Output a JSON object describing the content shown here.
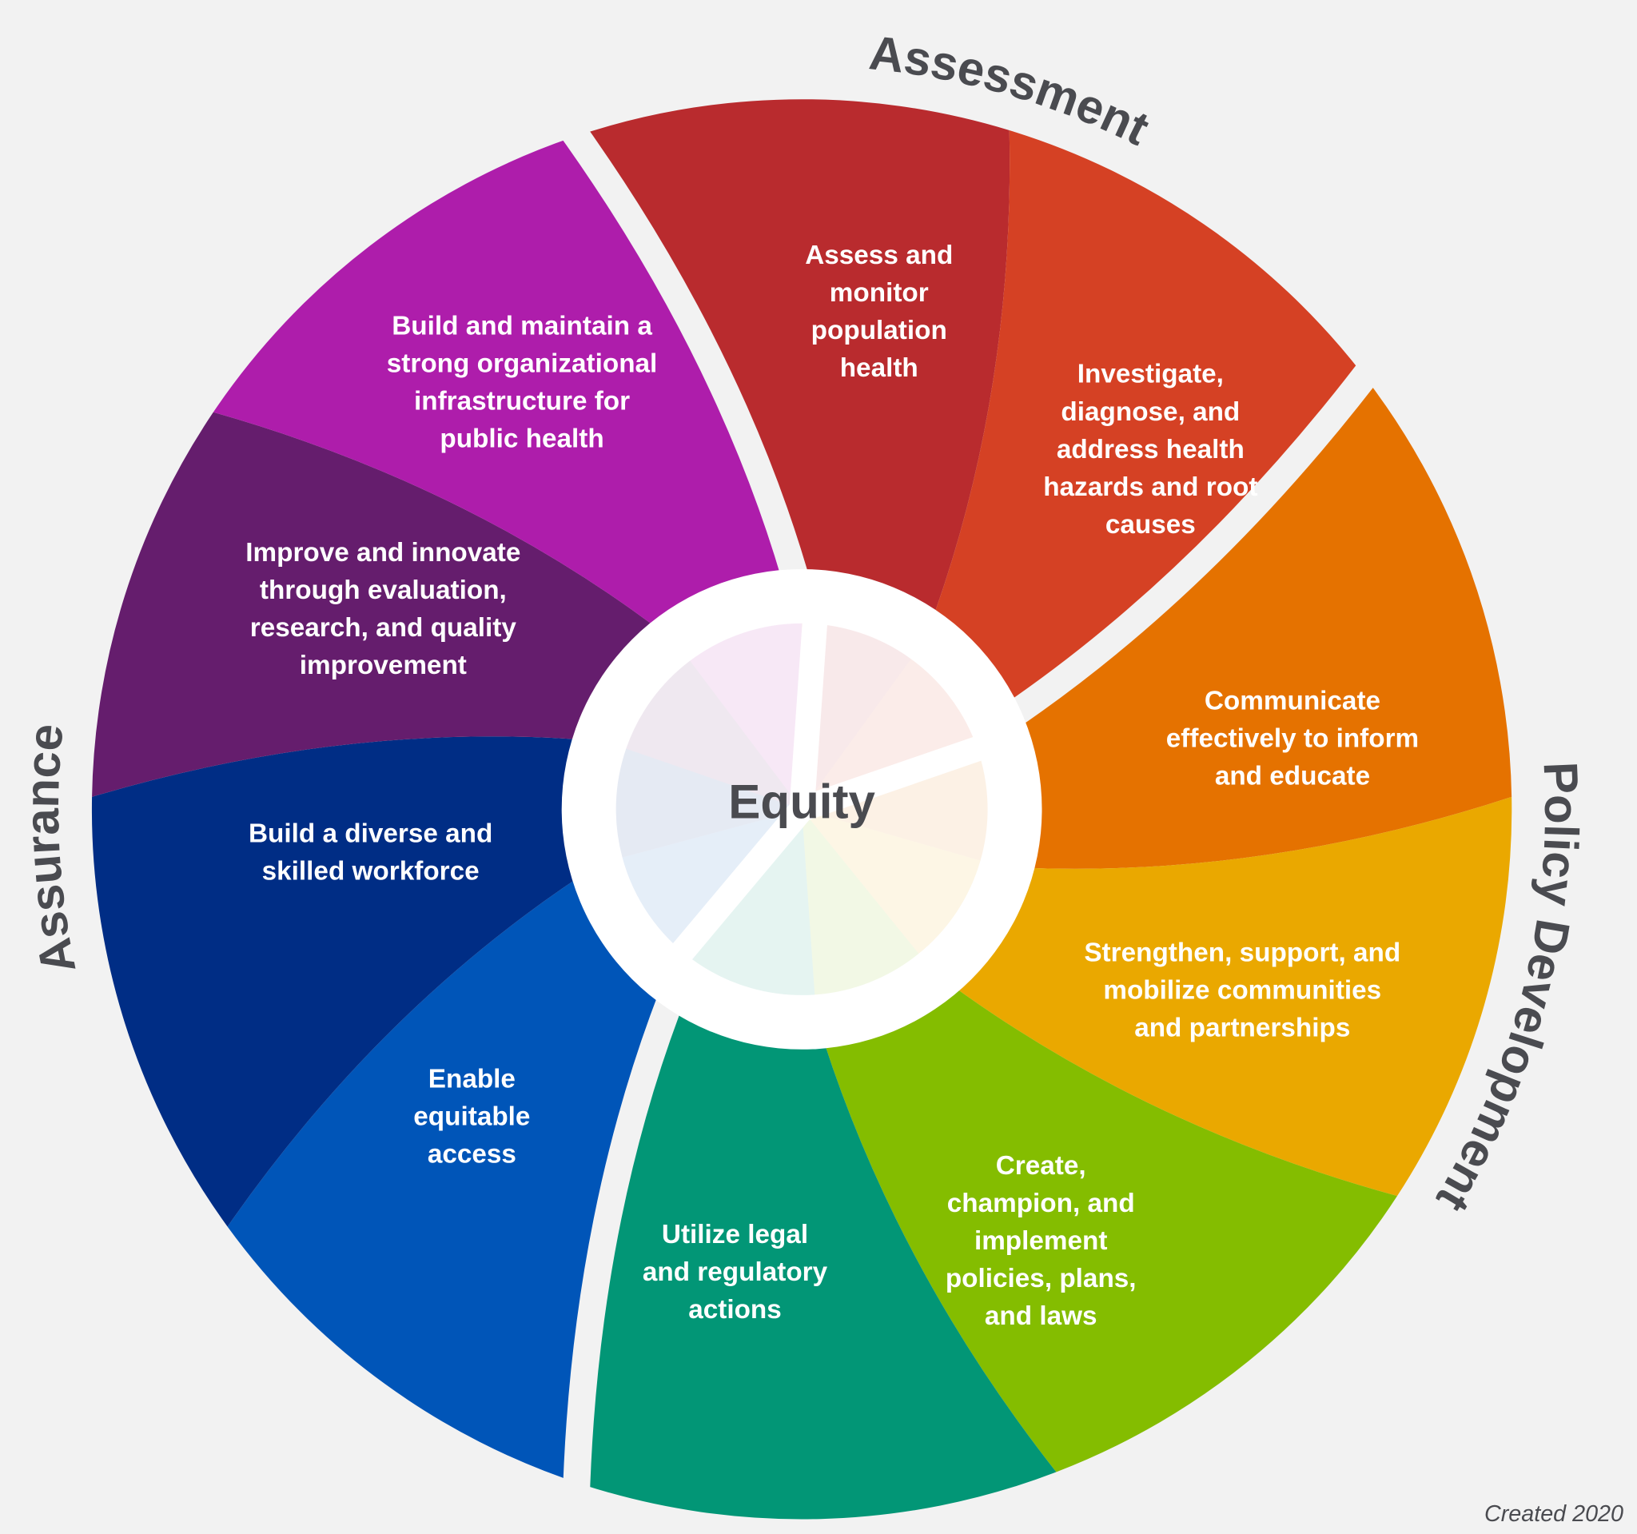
{
  "center_label": "Equity",
  "footer": "Created 2020",
  "groups": [
    {
      "label": "Assessment"
    },
    {
      "label": "Policy Development"
    },
    {
      "label": "Assurance"
    }
  ],
  "services": [
    {
      "lines": [
        "Assess and",
        "monitor",
        "population",
        "health"
      ],
      "color": "#b92b2e"
    },
    {
      "lines": [
        "Investigate,",
        "diagnose, and",
        "address health",
        "hazards and root",
        "causes"
      ],
      "color": "#d54124"
    },
    {
      "lines": [
        "Communicate",
        "effectively to inform",
        "and educate"
      ],
      "color": "#e57200"
    },
    {
      "lines": [
        "Strengthen, support, and",
        "mobilize communities",
        "and partnerships"
      ],
      "color": "#eaa800"
    },
    {
      "lines": [
        "Create,",
        "champion, and",
        "implement",
        "policies, plans,",
        "and laws"
      ],
      "color": "#84bd00"
    },
    {
      "lines": [
        "Utilize legal",
        "and regulatory",
        "actions"
      ],
      "color": "#029676"
    },
    {
      "lines": [
        "Enable",
        "equitable",
        "access"
      ],
      "color": "#0055b8"
    },
    {
      "lines": [
        "Build a diverse and",
        "skilled workforce"
      ],
      "color": "#002d85"
    },
    {
      "lines": [
        "Improve and innovate",
        "through evaluation,",
        "research, and quality",
        "improvement"
      ],
      "color": "#651d6d"
    },
    {
      "lines": [
        "Build and maintain a",
        "strong organizational",
        "infrastructure for",
        "public health"
      ],
      "color": "#ae1dab"
    }
  ]
}
